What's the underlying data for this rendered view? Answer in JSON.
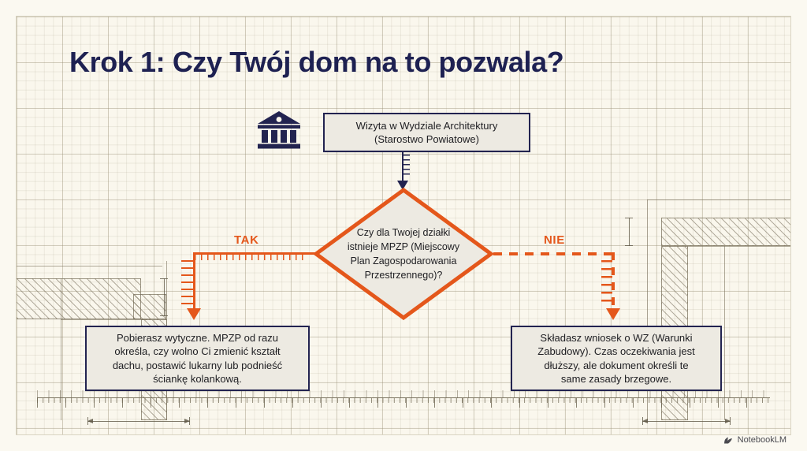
{
  "page": {
    "title": "Krok 1: Czy Twój dom na to pozwala?",
    "background_color": "#FAF7ED",
    "accent_navy": "#222350",
    "accent_orange": "#E4571B"
  },
  "flow": {
    "start_node": {
      "icon": "classical-building-icon",
      "text": "Wizyta w Wydziale Architektury\n(Starostwo Powiatowe)"
    },
    "decision_node": {
      "text": "Czy dla Twojej działki\nistnieje MPZP (Miejscowy\nPlan Zagospodarowania\nPrzestrzennego)?",
      "border_color": "#E4571B"
    },
    "branches": [
      {
        "label": "TAK",
        "side": "left",
        "line_style": "solid"
      },
      {
        "label": "NIE",
        "side": "right",
        "line_style": "dashed"
      }
    ],
    "outcome_left": {
      "text": "Pobierasz wytyczne. MPZP od razu\nokreśla, czy wolno Ci zmienić kształt\ndachu, postawić lukarny lub podnieść\nściankę kolankową."
    },
    "outcome_right": {
      "text": "Składasz wniosek o WZ (Warunki\nZabudowy). Czas oczekiwania jest\ndłuższy, ale dokument określi te\nsame zasady brzegowe."
    }
  },
  "watermark": {
    "icon": "notebooklm-icon",
    "label": "NotebookLM"
  }
}
